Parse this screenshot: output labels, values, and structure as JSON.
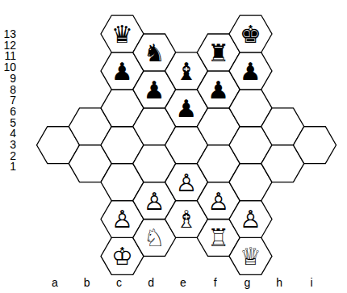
{
  "diagram": {
    "labels": [
      "13",
      "12",
      "11",
      "10",
      "9",
      "8",
      "7",
      "6",
      "5",
      "4",
      "3",
      "2",
      "1",
      "a",
      "b",
      "c",
      "d",
      "e",
      "f",
      "g",
      "h",
      "i",
      "♛",
      "♚",
      "♞",
      "♜",
      "♟",
      "♝",
      "♟",
      "♟",
      "♟",
      "♟",
      "♙",
      "♙",
      "♙",
      "♙",
      "♗",
      "♙",
      "♘",
      "♖",
      "♔",
      "♕"
    ]
  }
}
